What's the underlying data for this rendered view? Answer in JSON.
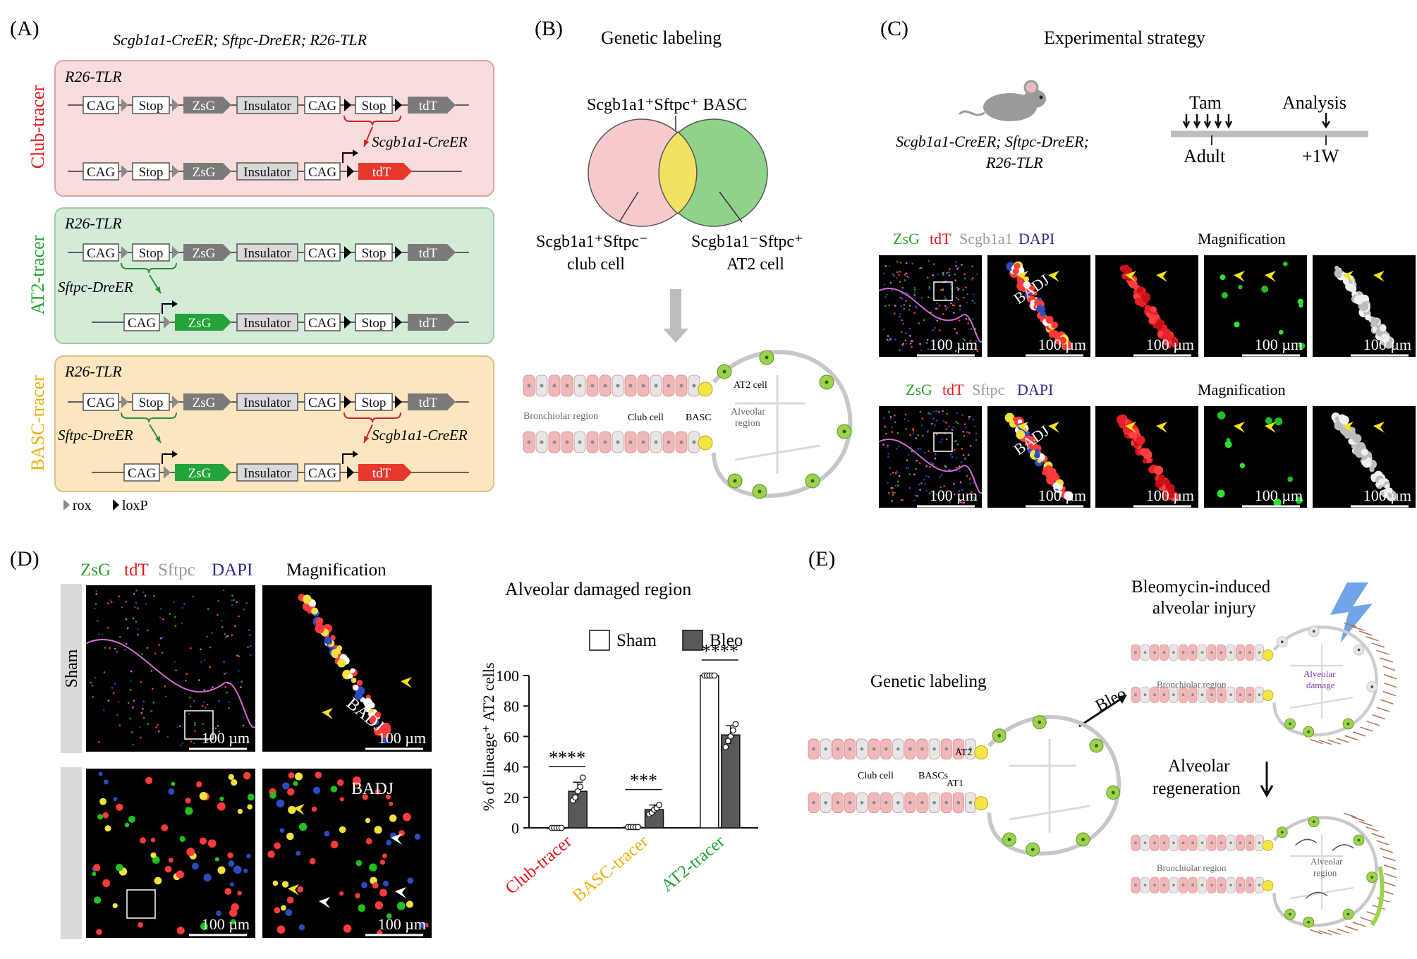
{
  "panels": {
    "a": {
      "letter": "(A)",
      "genotype": "Scgb1a1-CreER; Sftpc-DreER; R26-TLR",
      "rows": [
        {
          "tracer": "Club-tracer",
          "reporter": "R26-TLR",
          "recombinase": "Scgb1a1-CreER",
          "color": "#f9dcdc",
          "border": "#d9a3a3",
          "label_color": "#e4171b"
        },
        {
          "tracer": "AT2-tracer",
          "reporter": "R26-TLR",
          "recombinase": "Sftpc-DreER",
          "color": "#d4ebd8",
          "border": "#a3c8a8",
          "label_color": "#21a336"
        },
        {
          "tracer": "BASC-tracer",
          "reporter": "R26-TLR",
          "recombinase_1": "Sftpc-DreER",
          "recombinase_2": "Scgb1a1-CreER",
          "color": "#fbe6bf",
          "border": "#dcc08a",
          "label_color": "#e8b10f"
        }
      ],
      "elements": {
        "cag": "CAG",
        "stop": "Stop",
        "zsg": "ZsG",
        "insulator": "Insulator",
        "tdt": "tdT"
      },
      "legend": {
        "rox": "rox",
        "loxp": "loxP"
      }
    },
    "b": {
      "letter": "(B)",
      "title": "Genetic labeling",
      "basc_label": "Scgb1a1⁺Sftpc⁺ BASC",
      "left_label_1": "Scgb1a1⁺Sftpc⁻",
      "left_label_2": "club cell",
      "right_label_1": "Scgb1a1⁻Sftpc⁺",
      "right_label_2": "AT2 cell",
      "diagram": {
        "at2": "AT2 cell",
        "bronchiolar": "Bronchiolar region",
        "club": "Club cell",
        "basc": "BASC",
        "alveolar_1": "Alveolar",
        "alveolar_2": "region"
      }
    },
    "c": {
      "letter": "(C)",
      "title": "Experimental strategy",
      "genotype_1": "Scgb1a1-CreER; Sftpc-DreER;",
      "genotype_2": "R26-TLR",
      "tam": "Tam",
      "analysis": "Analysis",
      "adult": "Adult",
      "plus1w": "+1W",
      "row1_stain": {
        "zsg": "ZsG",
        "tdt": "tdT",
        "marker": "Scgb1a1",
        "dapi": "DAPI"
      },
      "row2_stain": {
        "zsg": "ZsG",
        "tdt": "tdT",
        "marker": "Sftpc",
        "dapi": "DAPI"
      },
      "magnification": "Magnification",
      "scale": "100 µm",
      "badj": "BADJ"
    },
    "d": {
      "letter": "(D)",
      "stain": {
        "zsg": "ZsG",
        "tdt": "tdT",
        "marker": "Sftpc",
        "dapi": "DAPI"
      },
      "magnification": "Magnification",
      "row1_label": "Sham",
      "scale": "100 µm",
      "badj": "BADJ"
    },
    "e": {
      "letter": "(E)",
      "genetic_labeling": "Genetic labeling",
      "bleo": "Bleo",
      "injury_1": "Bleomycin-induced",
      "injury_2": "alveolar injury",
      "regen_1": "Alveolar",
      "regen_2": "regeneration",
      "diagram": {
        "at2": "AT2",
        "at1": "AT1",
        "club": "Club cell",
        "bascs": "BASCs",
        "bronchiolar": "Bronchiolar region",
        "damage_1": "Alveolar",
        "damage_2": "damage",
        "region_1": "Alveolar",
        "region_2": "region"
      }
    }
  },
  "chart_data": {
    "type": "bar",
    "title": "Alveolar damaged region",
    "ylabel": "% of lineage⁺ AT2 cells",
    "ylim": [
      0,
      100
    ],
    "yticks": [
      0,
      20,
      40,
      60,
      80,
      100
    ],
    "categories": [
      "Club-tracer",
      "BASC-tracer",
      "AT2-tracer"
    ],
    "category_colors": [
      "#e4171b",
      "#e8b10f",
      "#21a336"
    ],
    "series": [
      {
        "name": "Sham",
        "color": "#ffffff",
        "values": [
          0,
          0.5,
          100
        ],
        "points": [
          [
            0,
            0,
            0,
            0,
            0
          ],
          [
            0.5,
            0.5,
            0.5,
            0.5,
            0.5
          ],
          [
            100,
            100,
            100,
            100,
            100
          ]
        ]
      },
      {
        "name": "Bleo",
        "color": "#595959",
        "values": [
          24,
          12,
          61
        ],
        "errors": [
          6,
          3,
          6
        ],
        "points": [
          [
            18,
            20,
            24,
            27,
            33
          ],
          [
            9,
            10,
            12,
            13,
            15
          ],
          [
            53,
            57,
            60,
            64,
            68
          ]
        ]
      }
    ],
    "significance": [
      "****",
      "***",
      "****"
    ]
  }
}
